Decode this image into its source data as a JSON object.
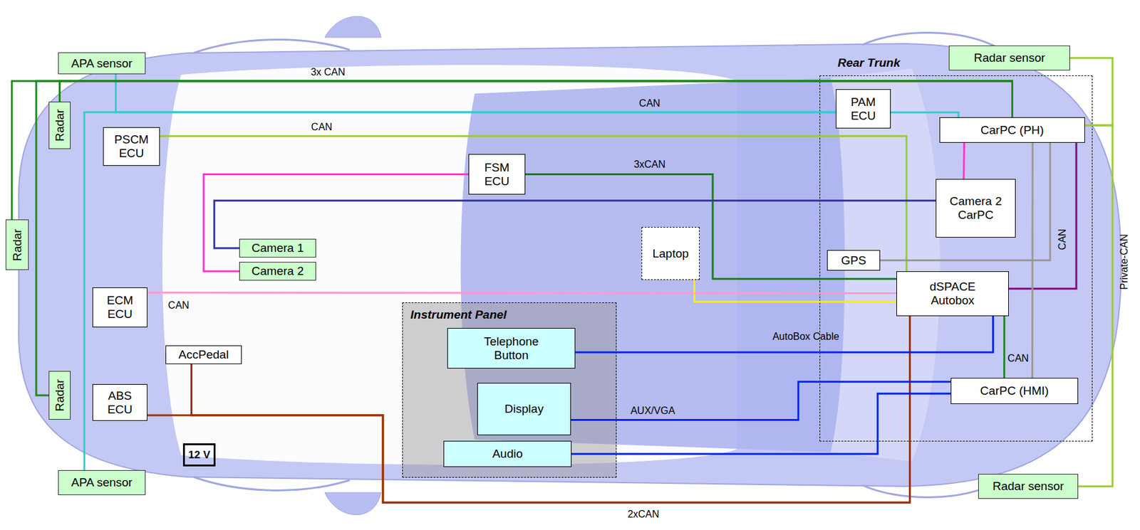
{
  "diagram": {
    "nodes": [
      {
        "text": [
          "APA sensor"
        ]
      },
      {
        "text": [
          "Radar"
        ]
      },
      {
        "text": [
          "PSCM ECU"
        ]
      },
      {
        "text": [
          "Radar"
        ]
      },
      {
        "text": [
          "ECM ECU"
        ]
      },
      {
        "text": [
          "AccPedal"
        ]
      },
      {
        "text": [
          "ABS ECU"
        ]
      },
      {
        "text": [
          "Radar"
        ]
      },
      {
        "text": [
          "APA sensor"
        ]
      },
      {
        "text": [
          "FSM ECU"
        ]
      },
      {
        "text": [
          "Camera 1"
        ]
      },
      {
        "text": [
          "Camera 2"
        ]
      },
      {
        "text": [
          "Laptop"
        ]
      },
      {
        "text": [
          "Instrument Panel"
        ]
      },
      {
        "text": [
          "Telephone Button"
        ],
        "in": 13
      },
      {
        "text": [
          "Display"
        ],
        "in": 13
      },
      {
        "text": [
          "Audio"
        ],
        "in": 13
      },
      {
        "text": [
          "Rear Trunk"
        ]
      },
      {
        "text": [
          "PAM ECU"
        ],
        "in": 17
      },
      {
        "text": [
          "CarPC (PH)"
        ],
        "in": 17
      },
      {
        "text": [
          "Camera 2 CarPC"
        ],
        "in": 17
      },
      {
        "text": [
          "GPS"
        ],
        "in": 17
      },
      {
        "text": [
          "dSPACE Autobox"
        ],
        "in": 17
      },
      {
        "text": [
          "CarPC (HMI)"
        ],
        "in": 17
      },
      {
        "text": [
          "Radar sensor"
        ]
      },
      {
        "text": [
          "Radar sensor"
        ]
      },
      {
        "text": [
          "12 V"
        ]
      }
    ],
    "edges": [
      {
        "from": 0,
        "to": 18,
        "arrow": "none",
        "label": "CAN"
      },
      {
        "from": 8,
        "to": 18,
        "arrow": "none"
      },
      {
        "from": 1,
        "to": 19,
        "arrow": "none",
        "label": "3x CAN"
      },
      {
        "from": 3,
        "to": 19,
        "arrow": "none"
      },
      {
        "from": 7,
        "to": 19,
        "arrow": "none"
      },
      {
        "from": 2,
        "to": 22,
        "arrow": "none",
        "label": "CAN"
      },
      {
        "from": 9,
        "to": 11,
        "arrow": "none"
      },
      {
        "from": 9,
        "to": 22,
        "arrow": "none",
        "label": "3xCAN"
      },
      {
        "from": 10,
        "to": 20,
        "arrow": "none"
      },
      {
        "from": 4,
        "to": 22,
        "arrow": "none",
        "label": "CAN"
      },
      {
        "from": 6,
        "to": 22,
        "arrow": "none",
        "label": "2xCAN"
      },
      {
        "from": 5,
        "to": 22,
        "arrow": "none"
      },
      {
        "from": 12,
        "to": 22,
        "arrow": "none",
        "label": "AutoBox Cable"
      },
      {
        "from": 14,
        "to": 22,
        "arrow": "none"
      },
      {
        "from": 15,
        "to": 23,
        "arrow": "none",
        "label": "AUX/VGA"
      },
      {
        "from": 16,
        "to": 23,
        "arrow": "none"
      },
      {
        "from": 18,
        "to": 19,
        "arrow": "none"
      },
      {
        "from": 19,
        "to": 20,
        "arrow": "none"
      },
      {
        "from": 19,
        "to": 22,
        "arrow": "none"
      },
      {
        "from": 22,
        "to": 23,
        "arrow": "none",
        "label": "CAN"
      },
      {
        "from": 21,
        "to": 19,
        "arrow": "none"
      },
      {
        "from": 19,
        "to": 23,
        "arrow": "none",
        "label": "CAN"
      },
      {
        "from": 24,
        "to": 19,
        "arrow": "none",
        "label": "Private-CAN"
      },
      {
        "from": 25,
        "to": 19,
        "arrow": "none"
      }
    ]
  }
}
